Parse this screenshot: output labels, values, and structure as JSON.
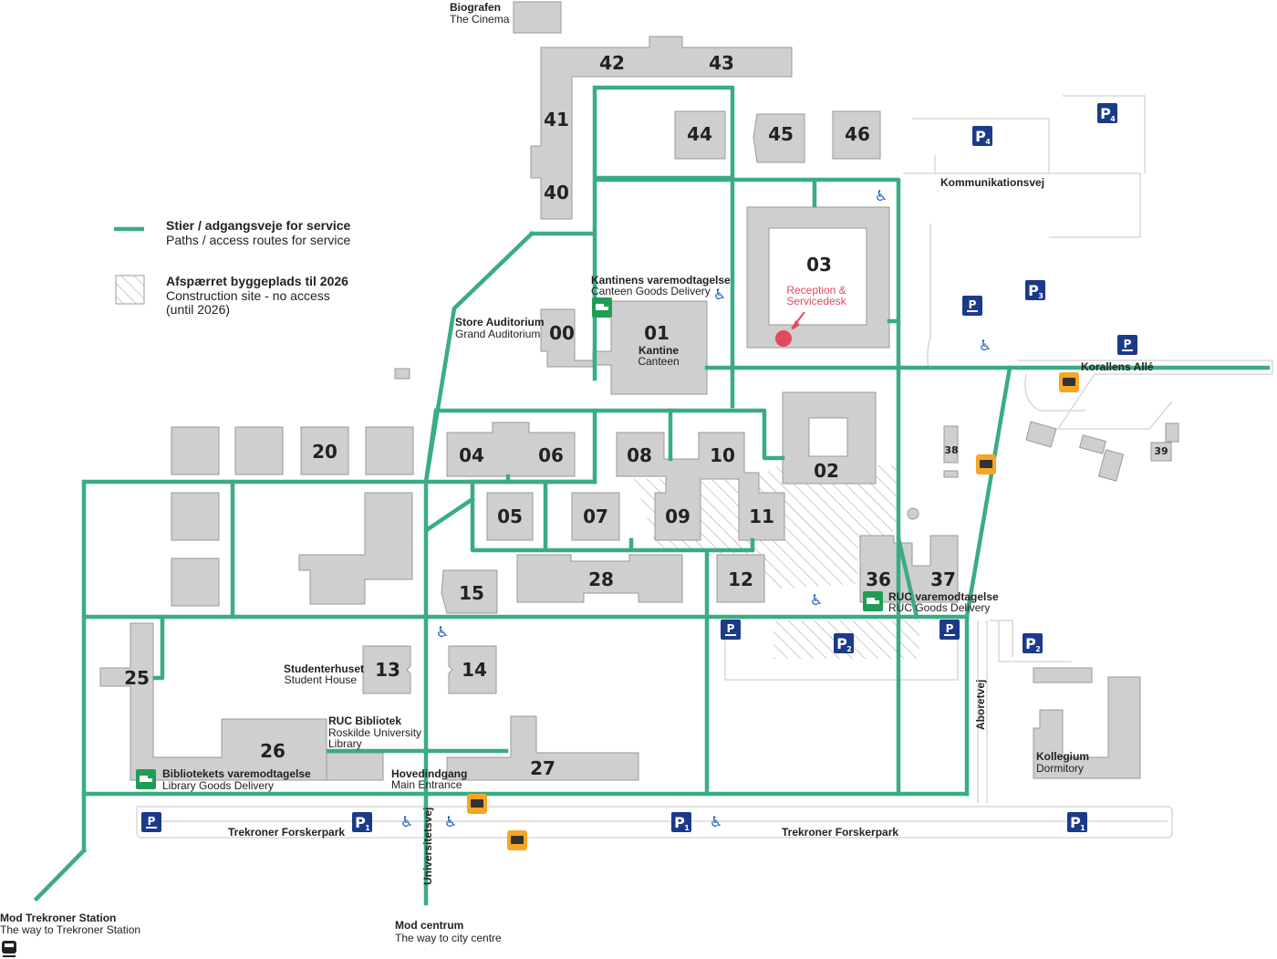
{
  "legend": {
    "paths_title": "Stier / adgangsveje for service",
    "paths_sub": "Paths / access routes for service",
    "construction_title": "Afspærret byggeplads til 2026",
    "construction_sub1": "Construction site - no access",
    "construction_sub2": "(until 2026)"
  },
  "buildings": {
    "b00": "00",
    "b01": "01",
    "b02": "02",
    "b03": "03",
    "b04": "04",
    "b05": "05",
    "b06": "06",
    "b07": "07",
    "b08": "08",
    "b09": "09",
    "b10": "10",
    "b11": "11",
    "b12": "12",
    "b13": "13",
    "b14": "14",
    "b15": "15",
    "b20": "20",
    "b25": "25",
    "b26": "26",
    "b27": "27",
    "b28": "28",
    "b36": "36",
    "b37": "37",
    "b38": "38",
    "b39": "39",
    "b40": "40",
    "b41": "41",
    "b42": "42",
    "b43": "43",
    "b44": "44",
    "b45": "45",
    "b46": "46"
  },
  "labels": {
    "cinema_da": "Biografen",
    "cinema_en": "The Cinema",
    "kommunikationsvej": "Kommunikationsvej",
    "korallens_alle": "Korallens Allé",
    "canteen_delivery_da": "Kantinens varemodtagelse",
    "canteen_delivery_en": "Canteen Goods Delivery",
    "store_auditorium": "Store Auditorium",
    "grand_auditorium": "Grand Auditorium",
    "kantine": "Kantine",
    "canteen": "Canteen",
    "reception_1": "Reception &",
    "reception_2": "Servicedesk",
    "ruc_delivery_da": "RUC varemodtagelse",
    "ruc_delivery_en": "RUC Goods Delivery",
    "studenterhuset": "Studenterhuset",
    "student_house": "Student House",
    "ruc_bibliotek": "RUC Bibliotek",
    "library_1": "Roskilde University",
    "library_2": "Library",
    "library_delivery_da": "Bibliotekets varemodtagelse",
    "library_delivery_en": "Library Goods Delivery",
    "hovedindgang": "Hovedindgang",
    "main_entrance": "Main Entrance",
    "kollegium": "Kollegium",
    "dormitory": "Dormitory",
    "aboretvej": "Aboretvej",
    "trekroner_1": "Trekroner Forskerpark",
    "trekroner_2": "Trekroner Forskerpark",
    "universitetsvej": "Universitetsvej",
    "station_da": "Mod Trekroner Station",
    "station_en": "The way to Trekroner Station",
    "centrum_da": "Mod centrum",
    "centrum_en": "The way to city centre"
  },
  "parking": {
    "p1": "1",
    "p2": "2",
    "p3": "3",
    "p4": "4"
  },
  "icons": {
    "parking": "parking-icon",
    "ev_parking": "ev-charging-parking-icon",
    "accessible": "wheelchair-icon",
    "bus": "bus-stop-icon",
    "delivery": "delivery-truck-icon",
    "train": "train-icon",
    "reception": "reception-marker-icon"
  },
  "colors": {
    "path": "#3aac84",
    "building": "#cfcfcf",
    "parking": "#1b3a8a",
    "bus": "#f5a623",
    "reception": "#e24a5f"
  }
}
